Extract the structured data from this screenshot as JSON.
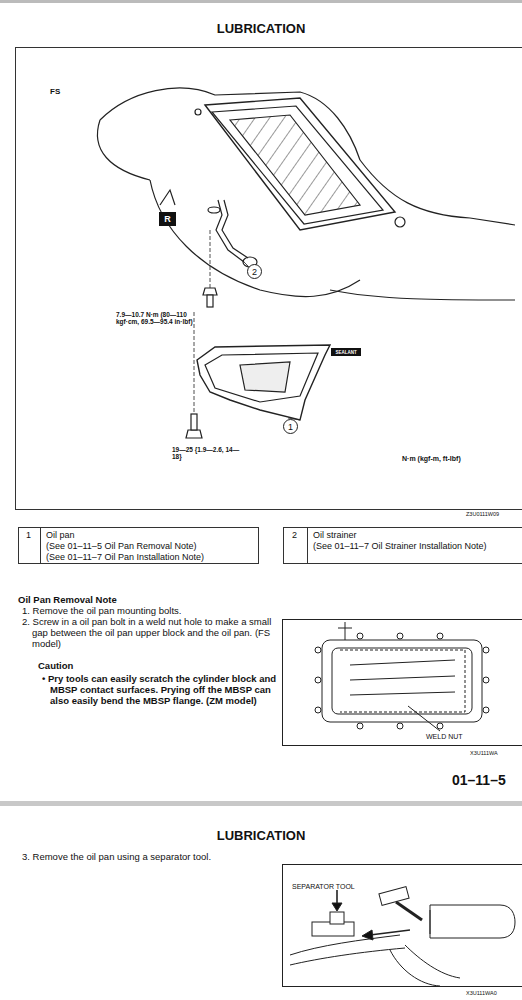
{
  "diagram": {
    "title": "LUBRICATION",
    "nodes": [
      {
        "text": [
          "R"
        ]
      },
      {
        "text": [
          "2"
        ]
      },
      {
        "text": [
          "SEALANT"
        ]
      },
      {
        "text": [
          "1"
        ]
      }
    ],
    "labels": [
      "FS",
      "7.9—10.7 N·m (80—110 kgf·cm, 69.5—95.4 in·lbf)",
      "19—25 {1.9—2.6, 14—18}",
      "N·m (kgf-m, ft-lbf)",
      "Z3U0111W09",
      "1",
      "Oil pan",
      "(See 01–11–5 Oil Pan Removal Note)",
      "(See 01–11–7 Oil Pan Installation Note)",
      "2",
      "Oil strainer",
      "(See 01–11–7 Oil Strainer Installation Note)",
      "Oil Pan Removal Note",
      "1. Remove the oil pan mounting bolts.",
      "2. Screw in a oil pan bolt in a weld nut hole to make a small gap between the oil pan upper block and the oil pan. (FS model)",
      "Caution",
      "• Pry tools can easily scratch the cylinder block and MBSP contact surfaces. Prying off the MBSP can also easily bend the MBSP flange. (ZM model)",
      "WELD NUT",
      "X3U111WA",
      "01–11–5",
      "LUBRICATION",
      "3. Remove the oil pan using a separator tool.",
      "SEPARATOR TOOL",
      "X3U111WA0"
    ]
  }
}
